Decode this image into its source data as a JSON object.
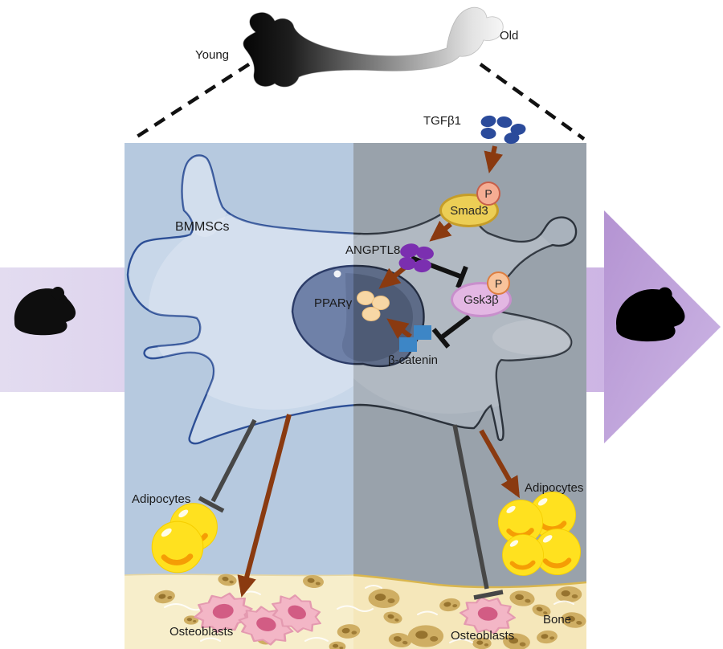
{
  "figure": {
    "labels": {
      "young": "Young",
      "old": "Old",
      "tgfb1": "TGFβ1",
      "bmmscs": "BMMSCs",
      "smad3": "Smad3",
      "phospho": "P",
      "angptl8": "ANGPTL8",
      "pparg": "PPARγ",
      "gsk3b": "Gsk3β",
      "beta_catenin": "β-catenin",
      "adipocytes": "Adipocytes",
      "osteoblasts": "Osteoblasts",
      "bone": "Bone"
    },
    "icons": {
      "femur": "bone-gradient-young-to-old",
      "left_mouse": "black-mouse-silhouette",
      "right_mouse": "gray-mouse-outline",
      "transition_arrow": "purple-right-arrow"
    },
    "colors": {
      "young_panel": "#b6c9df",
      "old_panel": "#99a2ab",
      "cell_young": "#c8d7e9",
      "cell_old": "#a9b2bc",
      "nucleus_young": "#6f81a8",
      "nucleus_old": "#5e6c88",
      "activation_arrow": "#8a3a10",
      "inhibition_bar_dark": "#121212",
      "inhibition_bar_gray": "#474747",
      "purple_arrow": "#bd9fd9",
      "tgfb1_dots": "#2b4b9b",
      "angptl8_dots": "#7b2fb0",
      "pparg_dots": "#f7d7a5",
      "beta_catenin_squares": "#3d86c6",
      "smad3_fill": "#ecce55",
      "gsk3b_fill": "#e3b7e3",
      "phospho_fill": "#f5ad93",
      "adipocyte_yellow": "#ffe11f",
      "osteoblast_pink": "#f3b6c6",
      "bone_matrix": "#f7eecb"
    }
  }
}
